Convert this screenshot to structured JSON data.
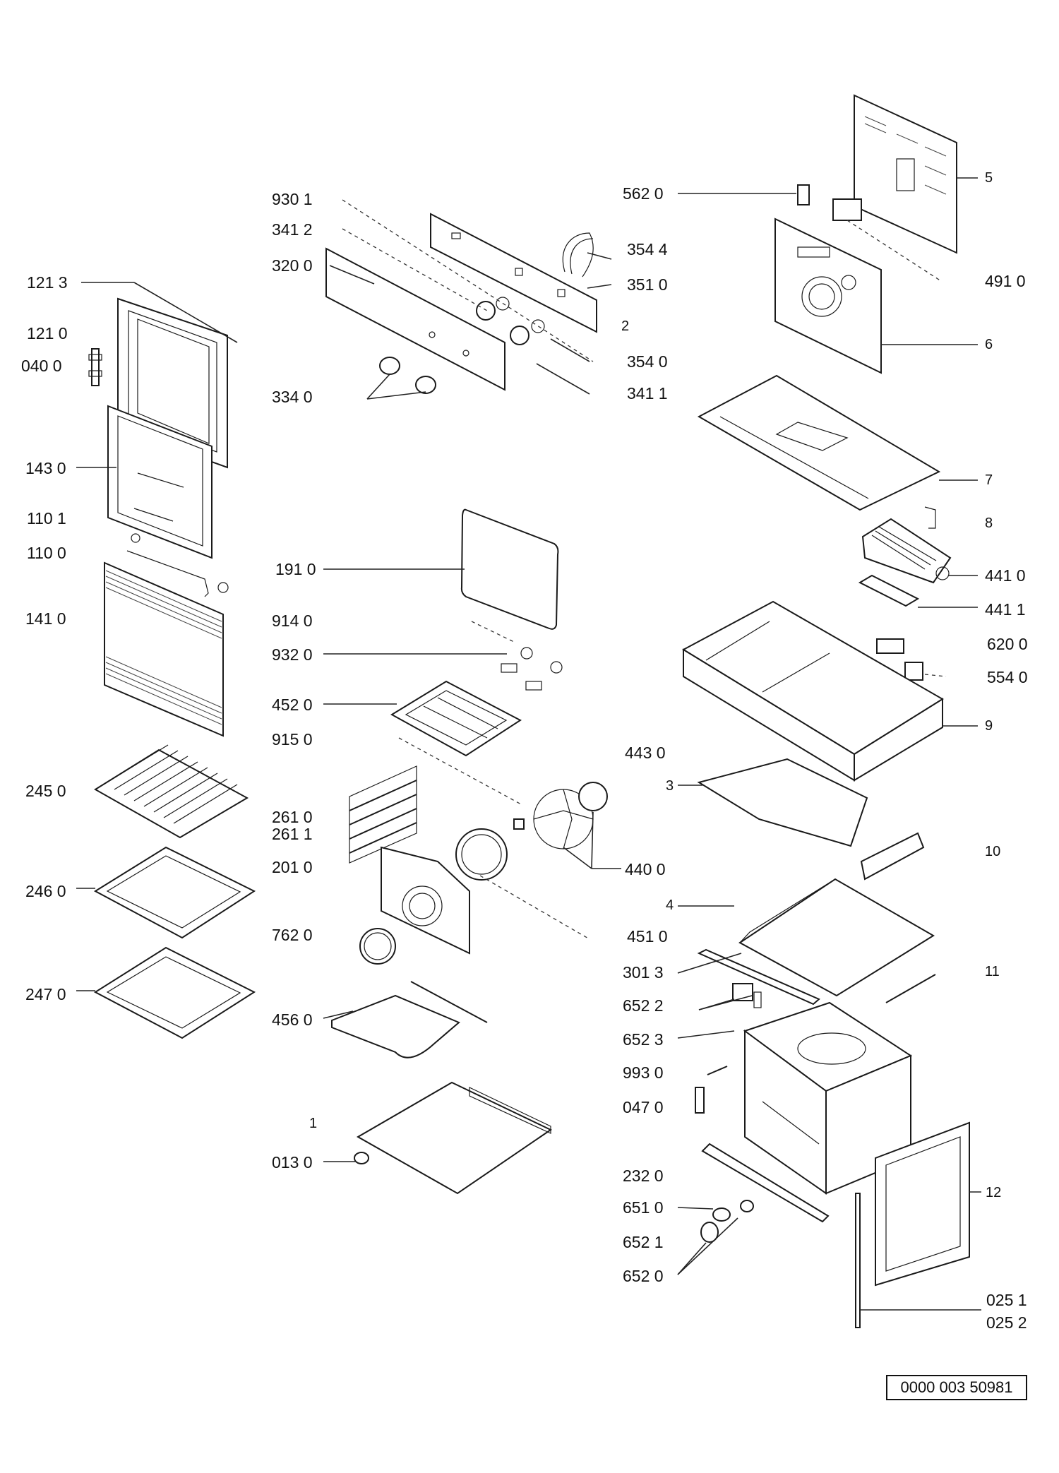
{
  "document_id": "0000 003 50981",
  "labels": {
    "l9301": "930 1",
    "l3412": "341 2",
    "l3200": "320 0",
    "l3340": "334 0",
    "l3544": "354 4",
    "l3510": "351 0",
    "l2": "2",
    "l3540": "354 0",
    "l3411": "341 1",
    "l5620": "562 0",
    "l5": "5",
    "l4910": "491 0",
    "l6": "6",
    "l7": "7",
    "l8": "8",
    "l4410": "441 0",
    "l4411": "441 1",
    "l6200": "620 0",
    "l5540": "554 0",
    "l9": "9",
    "l1213": "121 3",
    "l1210": "121 0",
    "l0400": "040 0",
    "l1430": "143 0",
    "l1101": "110 1",
    "l1100": "110 0",
    "l1410": "141 0",
    "l2450": "245 0",
    "l2460": "246 0",
    "l2470": "247 0",
    "l1910": "191 0",
    "l9140": "914 0",
    "l9320": "932 0",
    "l4520": "452 0",
    "l9150": "915 0",
    "l2610": "261 0",
    "l2611": "261 1",
    "l2010": "201 0",
    "l7620": "762 0",
    "l4560": "456 0",
    "l1": "1",
    "l0130": "013 0",
    "l4430": "443 0",
    "l3": "3",
    "l4400": "440 0",
    "l10": "10",
    "l4": "4",
    "l4510": "451 0",
    "l3013": "301 3",
    "l11": "11",
    "l6522": "652 2",
    "l6523": "652 3",
    "l9930": "993 0",
    "l0470": "047 0",
    "l2320": "232 0",
    "l6510": "651 0",
    "l6521": "652 1",
    "l6520": "652 0",
    "l12": "12",
    "l0251": "025 1",
    "l0252": "025 2"
  }
}
